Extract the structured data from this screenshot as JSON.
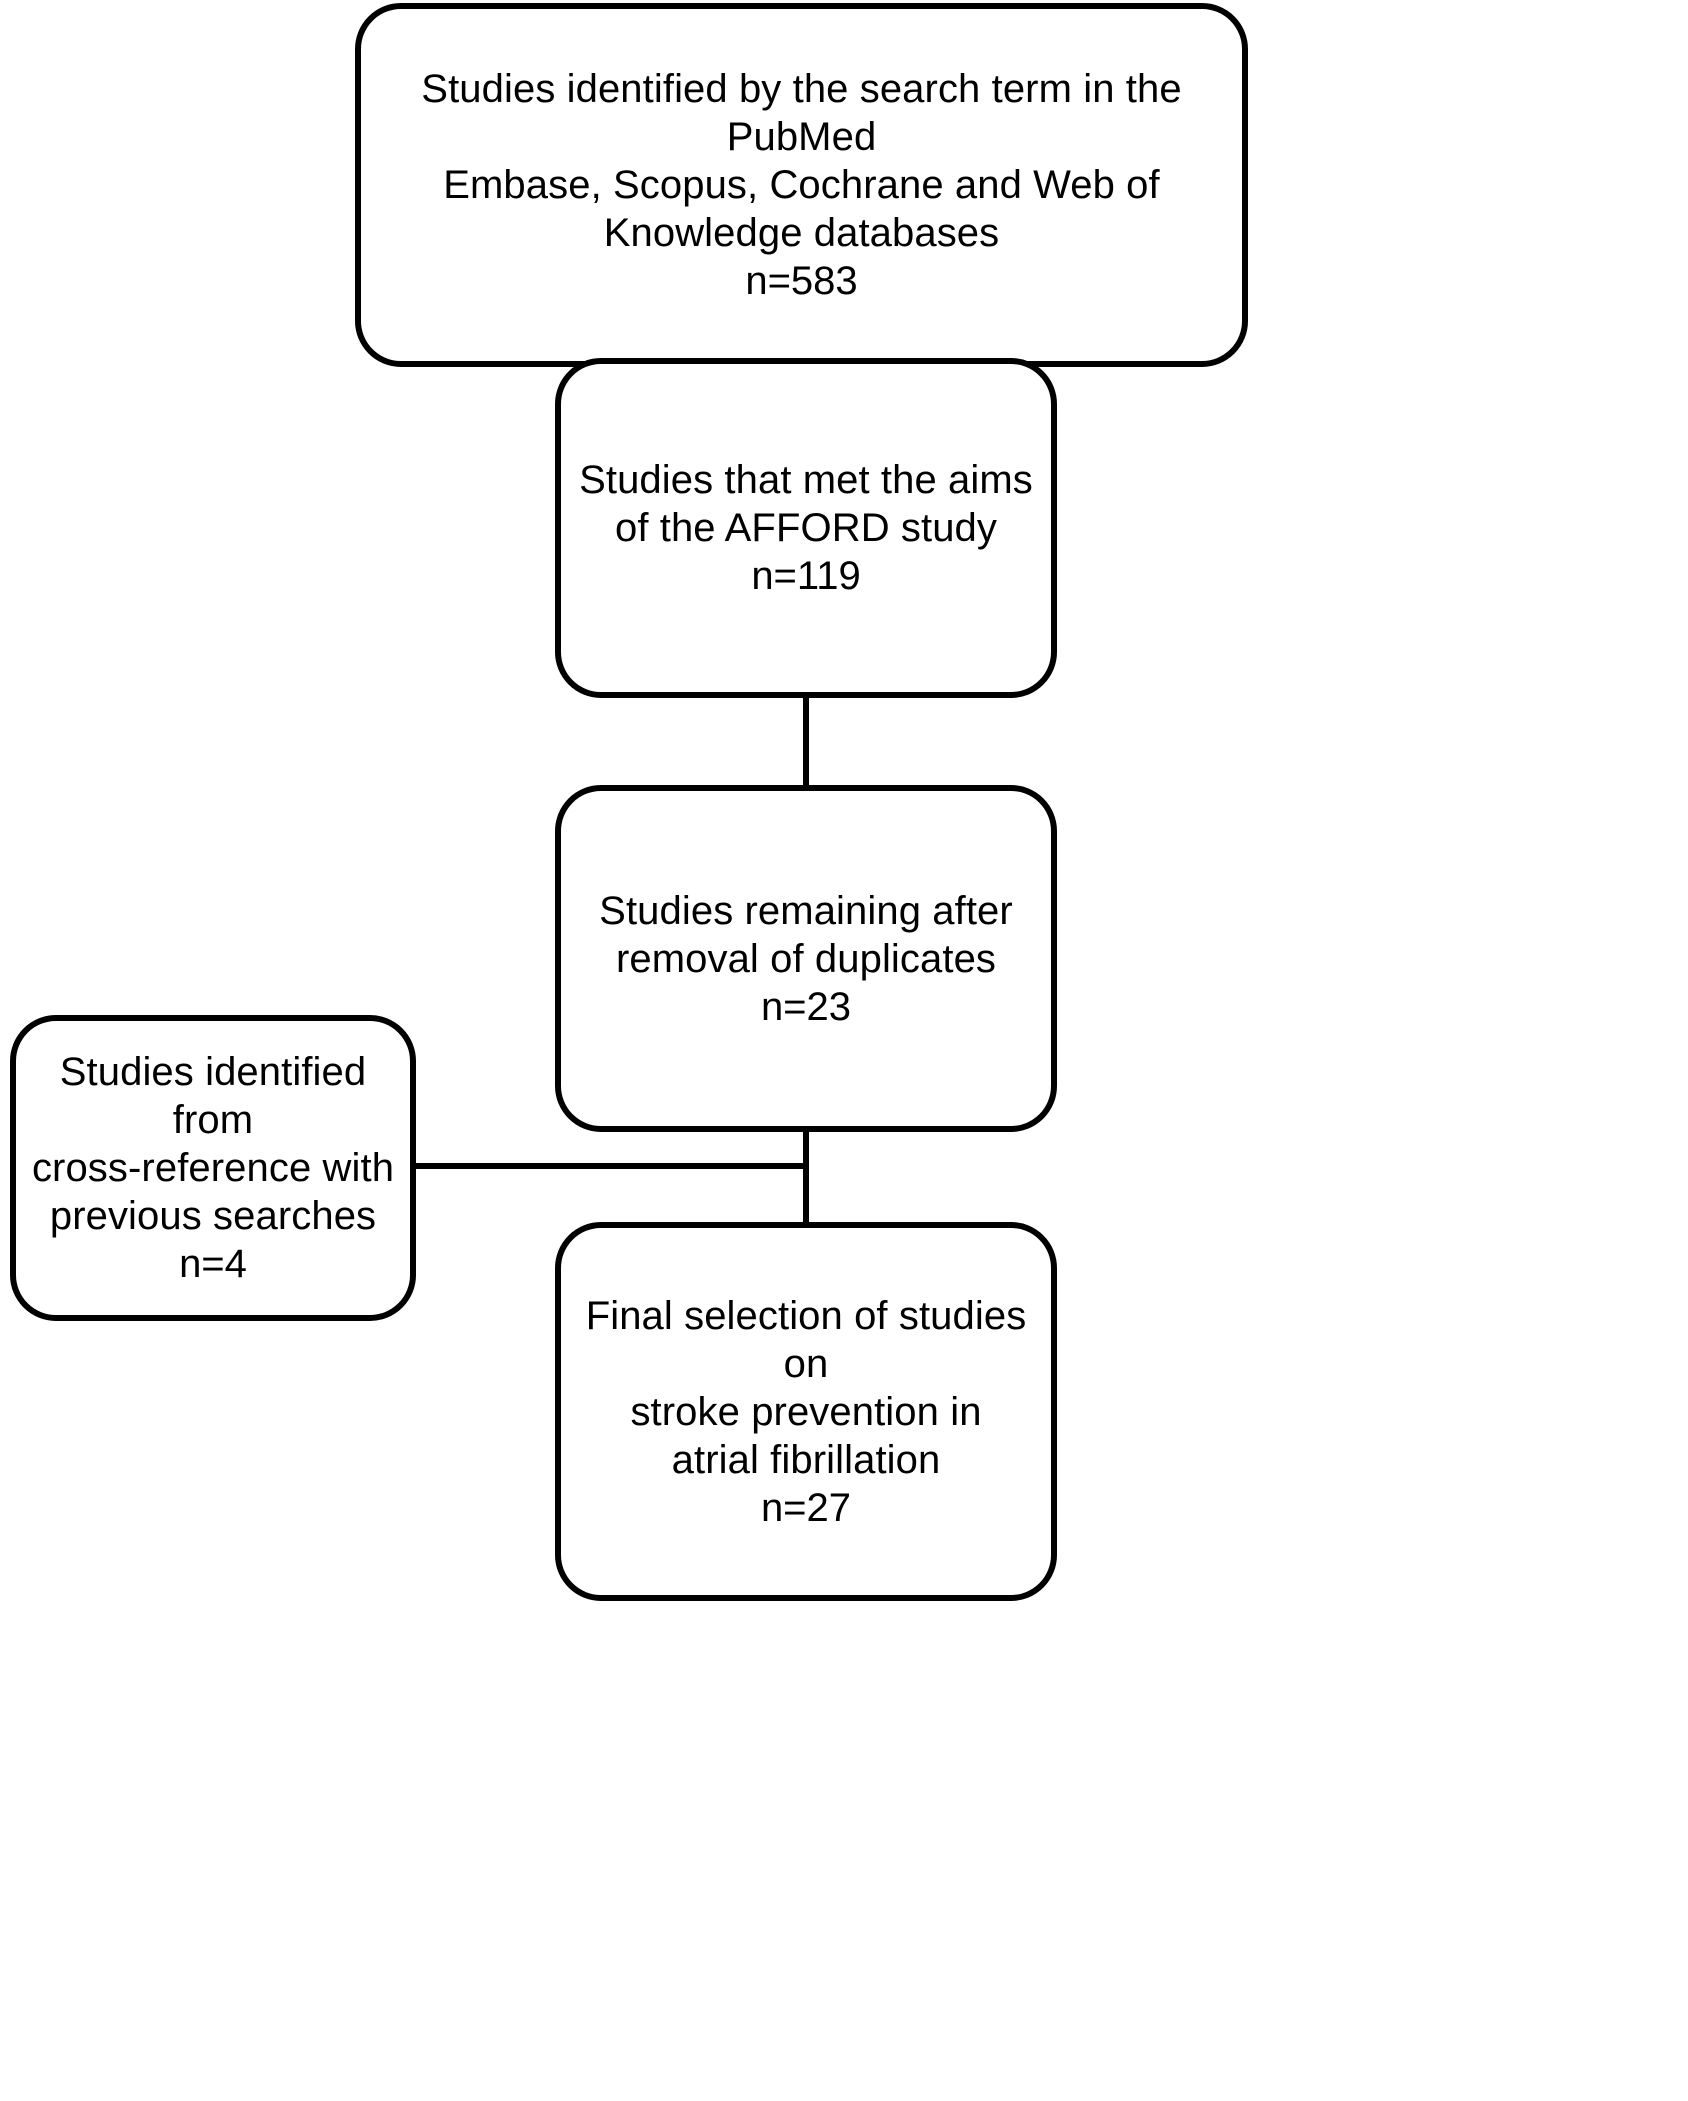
{
  "diagram": {
    "type": "flowchart",
    "title": "Study selection flow diagram",
    "orientation": "vertical",
    "stroke_color": "#000000",
    "fill_color": "#ffffff",
    "nodes": [
      {
        "id": "identified",
        "label": "Studies identified by the search term in the PubMed\nEmbase, Scopus, Cochrane and Web of\nKnowledge databases",
        "count": "n=583"
      },
      {
        "id": "aims",
        "label": "Studies that met the aims\nof the AFFORD study",
        "count": "n=119"
      },
      {
        "id": "duplicates",
        "label": "Studies remaining after\nremoval of duplicates",
        "count": "n=23"
      },
      {
        "id": "crossref",
        "label": "Studies identified from\ncross-reference with\nprevious searches",
        "count": "n=4"
      },
      {
        "id": "final",
        "label": "Final selection of studies on\nstroke prevention in\natrial fibrillation",
        "count": "n=27"
      }
    ],
    "edges": [
      {
        "id": "identified-aims",
        "from": "identified",
        "to": "aims",
        "direction": "vertical"
      },
      {
        "id": "aims-duplicates",
        "from": "aims",
        "to": "duplicates",
        "direction": "vertical"
      },
      {
        "id": "duplicates-final",
        "from": "duplicates",
        "to": "final",
        "direction": "vertical"
      },
      {
        "id": "crossref-column",
        "from": "crossref",
        "to": "final",
        "direction": "horizontal"
      }
    ]
  }
}
